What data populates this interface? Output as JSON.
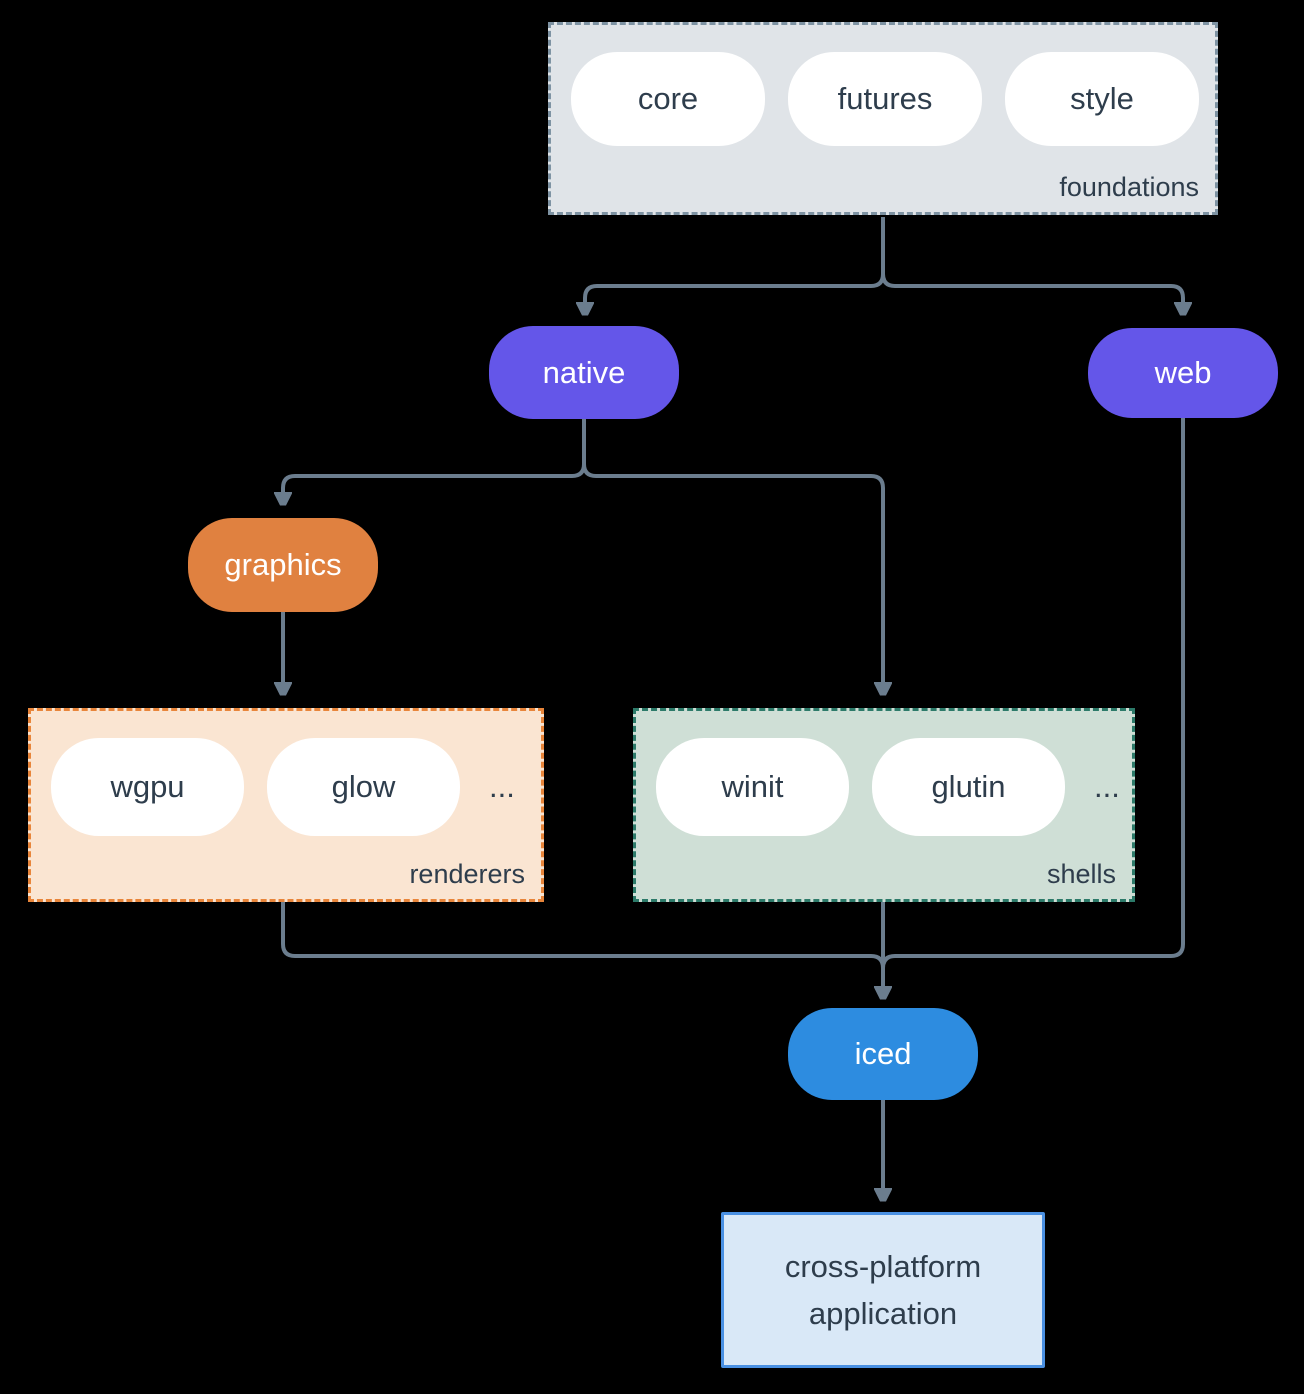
{
  "colors": {
    "bg": "#000000",
    "line": "#6b7d8e",
    "arrowhead": "#8c9aa9",
    "slate-text": "#2e3d4c",
    "node-purple": "#6456e9",
    "node-orange": "#e08140",
    "node-blue": "#2d8ce0",
    "foundations-fill": "#e0e4e8",
    "foundations-border": "#7e93a3",
    "renderers-fill": "#fae5d2",
    "renderers-border": "#e8853a",
    "shells-fill": "#cfdfd6",
    "shells-border": "#2c7a69",
    "app-fill": "#d9e8f7",
    "app-border": "#4a90e2"
  },
  "foundations": {
    "label": "foundations",
    "crates": [
      "core",
      "futures",
      "style"
    ]
  },
  "native": {
    "label": "native"
  },
  "web": {
    "label": "web"
  },
  "graphics": {
    "label": "graphics"
  },
  "renderers": {
    "label": "renderers",
    "crates": [
      "wgpu",
      "glow"
    ],
    "ellipsis": "..."
  },
  "shells": {
    "label": "shells",
    "crates": [
      "winit",
      "glutin"
    ],
    "ellipsis": "..."
  },
  "iced": {
    "label": "iced"
  },
  "app": {
    "label": "cross-platform application",
    "line1": "cross-platform",
    "line2": "application"
  },
  "edges": [
    {
      "from": "foundations",
      "to": "native"
    },
    {
      "from": "foundations",
      "to": "web"
    },
    {
      "from": "native",
      "to": "graphics"
    },
    {
      "from": "native",
      "to": "shells"
    },
    {
      "from": "graphics",
      "to": "renderers"
    },
    {
      "from": "renderers",
      "to": "iced"
    },
    {
      "from": "shells",
      "to": "iced"
    },
    {
      "from": "web",
      "to": "iced"
    },
    {
      "from": "iced",
      "to": "app"
    }
  ]
}
